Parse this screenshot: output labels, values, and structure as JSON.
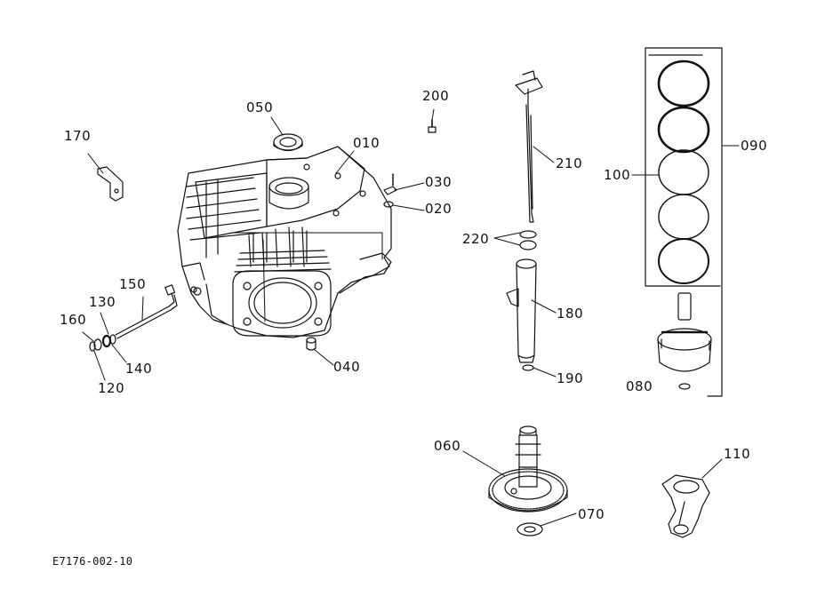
{
  "diagram": {
    "code": "E7176-002-10",
    "labels": {
      "p010": "010",
      "p020": "020",
      "p030": "030",
      "p040": "040",
      "p050": "050",
      "p060": "060",
      "p070": "070",
      "p080": "080",
      "p090": "090",
      "p100": "100",
      "p110": "110",
      "p120": "120",
      "p130": "130",
      "p140": "140",
      "p150": "150",
      "p160": "160",
      "p170": "170",
      "p180": "180",
      "p190": "190",
      "p200": "200",
      "p210": "210",
      "p220": "220"
    }
  }
}
